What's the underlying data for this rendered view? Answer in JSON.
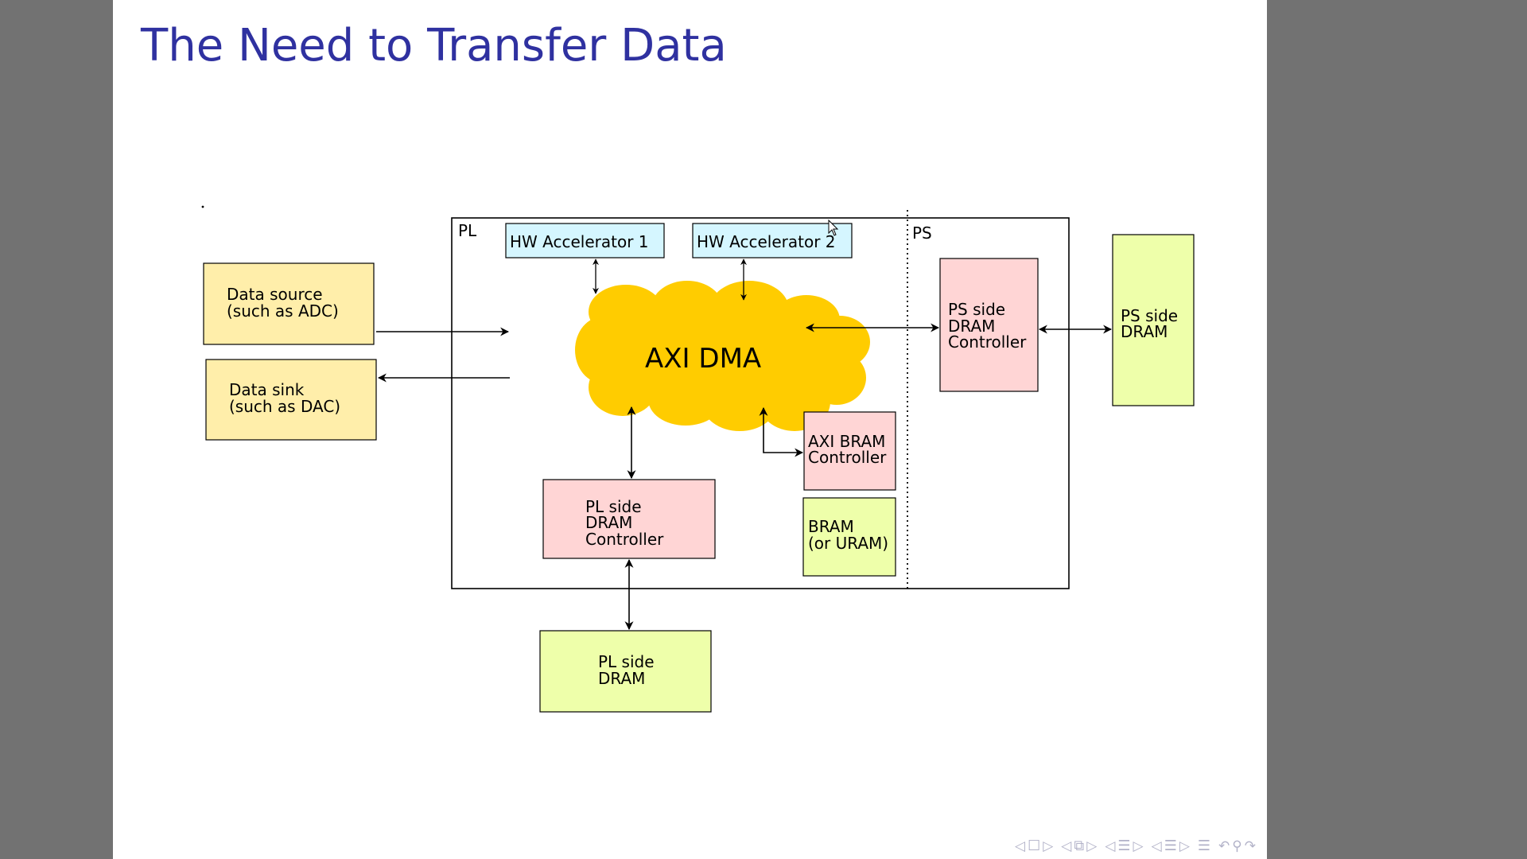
{
  "slide": {
    "title": "The Need to Transfer Data"
  },
  "diagram": {
    "regions": {
      "pl": "PL",
      "ps": "PS"
    },
    "accelerators": [
      "HW Accelerator 1",
      "HW Accelerator 2"
    ],
    "cloud": "AXI DMA",
    "data_source": [
      "Data source",
      "(such as ADC)"
    ],
    "data_sink": [
      "Data sink",
      "(such as DAC)"
    ],
    "ps_controller": [
      "PS side",
      "DRAM",
      "Controller"
    ],
    "ps_dram": [
      "PS side",
      "DRAM"
    ],
    "pl_controller": [
      "PL side",
      "DRAM",
      "Controller"
    ],
    "pl_dram": [
      "PL side",
      "DRAM"
    ],
    "bram_controller": [
      "AXI BRAM",
      "Controller"
    ],
    "bram": [
      "BRAM",
      "(or URAM)"
    ],
    "colors": {
      "title": "#2f31a0",
      "cloud": "#ffcc00",
      "io_box": "#ffeeaa",
      "accelerator": "#d5f6ff",
      "controller": "#ffd5d5",
      "dram": "#eeffaa"
    }
  },
  "nav": {
    "icons": [
      "frame-prev",
      "frame-icon",
      "frame-next",
      "subsection-prev",
      "subsection-icon",
      "subsection-next",
      "section-prev",
      "section-icon",
      "section-next",
      "doc-prev",
      "doc-icon",
      "doc-next",
      "appendix-icon",
      "back-icon",
      "search-icon",
      "forward-icon"
    ],
    "glyphs": {
      "left": "◁",
      "right": "▷",
      "frame": "☐",
      "subsection": "⧉",
      "section": "☰",
      "doc": "☰",
      "appendix": "☰",
      "back": "↶",
      "search": "⚲",
      "forward": "↷"
    }
  }
}
